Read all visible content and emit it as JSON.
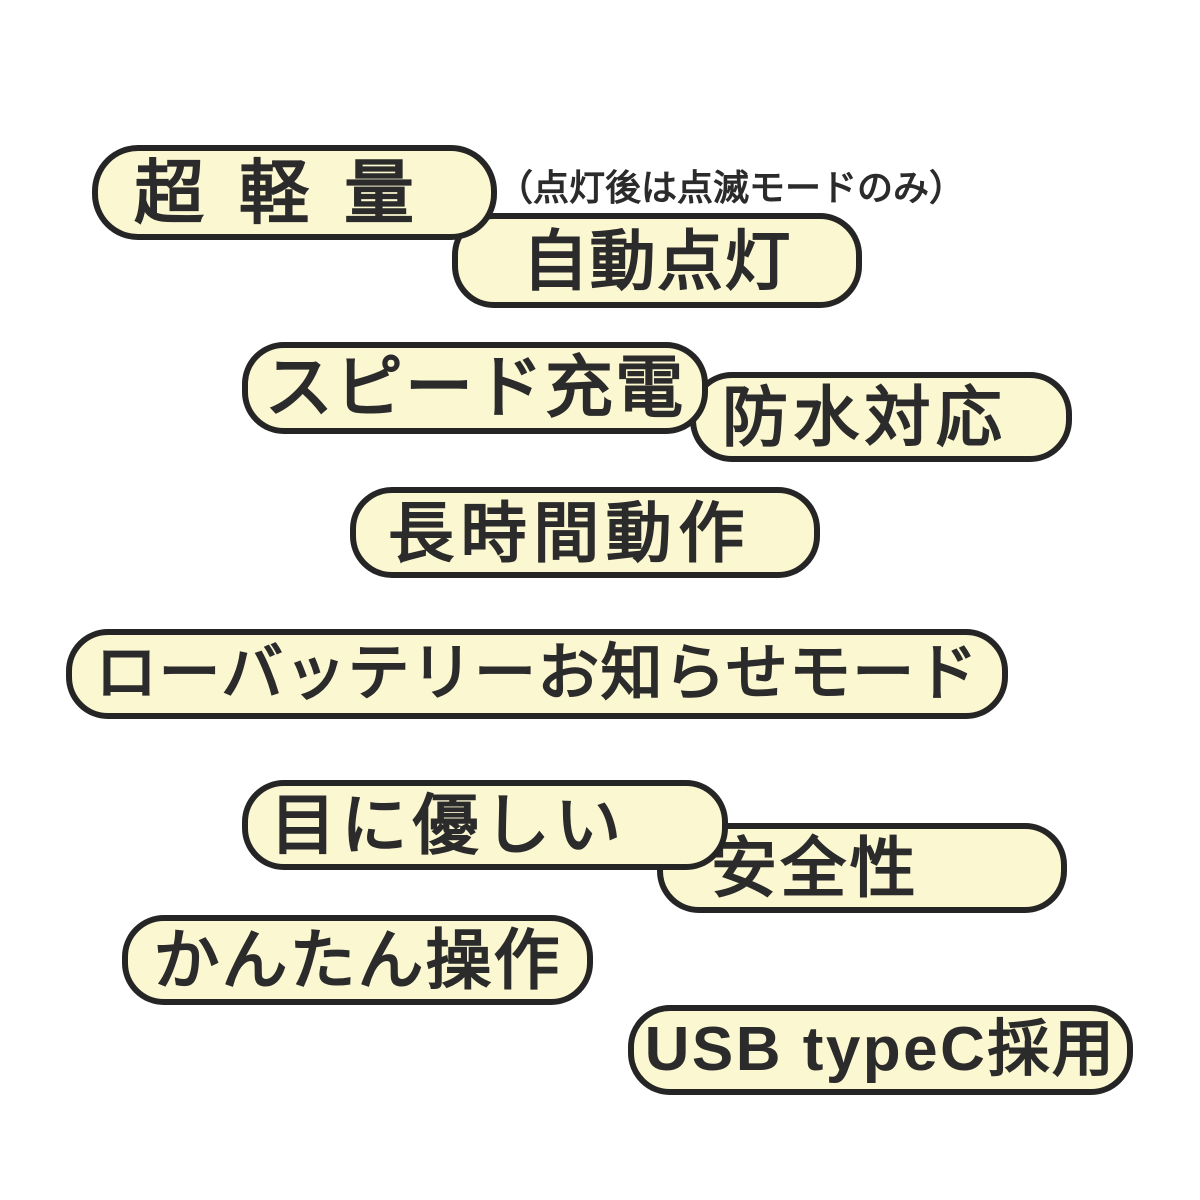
{
  "graphic": {
    "description_role": "product-feature-badge-list",
    "note": {
      "text": "（点灯後は点滅モードのみ）"
    },
    "badges": [
      {
        "id": "ultra-light",
        "label": "超軽量"
      },
      {
        "id": "auto-on",
        "label": "自動点灯"
      },
      {
        "id": "speed-charge",
        "label": "スピード充電"
      },
      {
        "id": "waterproof",
        "label": "防水対応"
      },
      {
        "id": "long-runtime",
        "label": "長時間動作"
      },
      {
        "id": "low-battery",
        "label": "ローバッテリーお知らせモード"
      },
      {
        "id": "eye-friendly",
        "label": "目に優しい"
      },
      {
        "id": "safety",
        "label": "安全性"
      },
      {
        "id": "easy-operation",
        "label": "かんたん操作"
      },
      {
        "id": "usb-type-c",
        "label": "USB typeC採用"
      }
    ]
  },
  "colors": {
    "badge_fill": "#fbf7d1",
    "badge_border": "#252525",
    "text": "#2b2b2b",
    "canvas_bg": "#ffffff"
  }
}
